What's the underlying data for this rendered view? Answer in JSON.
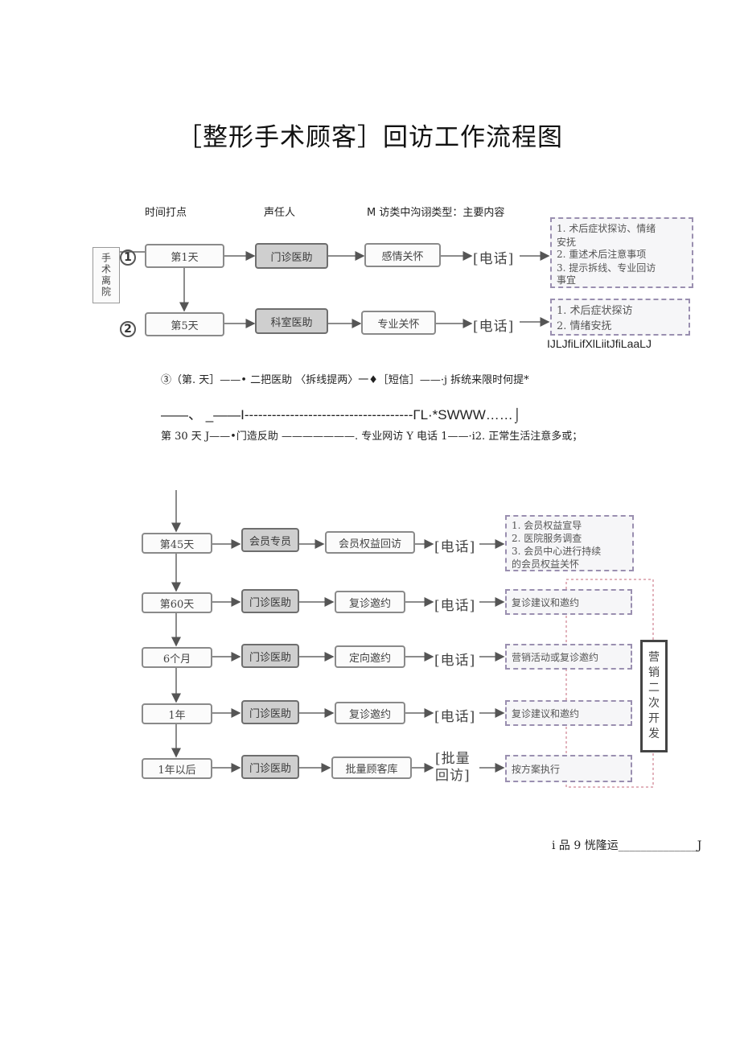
{
  "title": "［整形手术顾客］回访工作流程图",
  "headers": {
    "time": "时间打点",
    "owner": "声任人",
    "type": "M 访类中沟诩类型：主要内容"
  },
  "side_label": "手术离院",
  "row1": {
    "num": "1",
    "day": "第1天",
    "owner": "门诊医助",
    "type": "感情关怀",
    "channel": "[电话]",
    "content": [
      "1. 术后症状探访、情绪",
      "安抚",
      "2. 重述术后注意事项",
      "3. 提示拆线、专业回访",
      "事宜"
    ]
  },
  "row2": {
    "num": "2",
    "day": "第5天",
    "owner": "科室医助",
    "type": "专业关怀",
    "channel": "[电话]",
    "content": [
      "1. 术后症状探访",
      "2. 情绪安抚"
    ]
  },
  "garble1": "IJLJfiLifXlLiitJfiLaaLJ",
  "line3": "③（第. 天］——• 二把医助                          〈拆线提两〉一♦［短信］——·j 拆统来限时何提*",
  "line4": "——、                 _——I-------------------------------------ГL·*SWWW……⌡",
  "line5": "第 30 天 J——•门造反助  ———————. 专业网访 Y 电话 1——·i2. 正常生活注意多或；",
  "row45": {
    "day": "第45天",
    "owner": "会员专员",
    "type": "会员权益回访",
    "channel": "[电话]",
    "content": [
      "1. 会员权益宣导",
      "2. 医院服务调查",
      "3. 会员中心进行持续",
      "的会员权益关怀"
    ]
  },
  "row60": {
    "day": "第60天",
    "owner": "门诊医助",
    "type": "复诊邀约",
    "channel": "[电话]",
    "content": "复诊建议和邀约"
  },
  "row6m": {
    "day": "6个月",
    "owner": "门诊医助",
    "type": "定向邀约",
    "channel": "[电话]",
    "content": "营销活动或复诊邀约"
  },
  "row1y": {
    "day": "1年",
    "owner": "门诊医助",
    "type": "复诊邀约",
    "channel": "[电话]",
    "content": "复诊建议和邀约"
  },
  "rowafter": {
    "day": "1年以后",
    "owner": "门诊医助",
    "type": "批量顾客库",
    "channel1": "[批量",
    "channel2": "回访]",
    "content": "按方案执行"
  },
  "side2": [
    "营",
    "销",
    "二",
    "次",
    "开",
    "发"
  ],
  "footer": "i 品 9 恍隆运______________J"
}
